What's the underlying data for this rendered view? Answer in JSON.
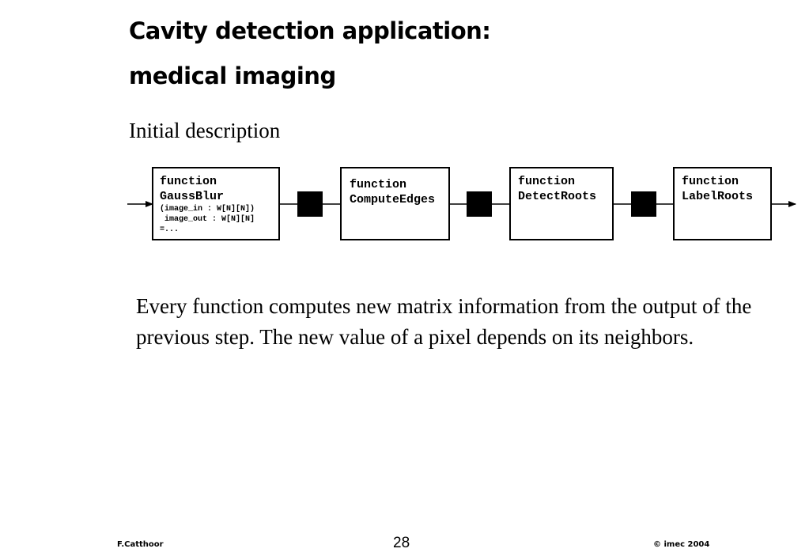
{
  "slide": {
    "title_line1": "Cavity detection application:",
    "title_line2": "medical imaging",
    "subtitle": "Initial description",
    "body": "Every function computes new matrix information from the output of the previous step. The new value of a pixel depends on its neighbors."
  },
  "diagram": {
    "boxes": [
      {
        "keyword": "function",
        "name": "GaussBlur",
        "details": [
          "(image_in : W[N][N])",
          " image_out : W[N][N]",
          "=..."
        ]
      },
      {
        "keyword": "function",
        "name": "ComputeEdges",
        "details": []
      },
      {
        "keyword": "function",
        "name": "DetectRoots",
        "details": []
      },
      {
        "keyword": "function",
        "name": "LabelRoots",
        "details": []
      }
    ]
  },
  "footer": {
    "author": "F.Catthoor",
    "page_number": "28",
    "copyright": "© imec 2004"
  }
}
